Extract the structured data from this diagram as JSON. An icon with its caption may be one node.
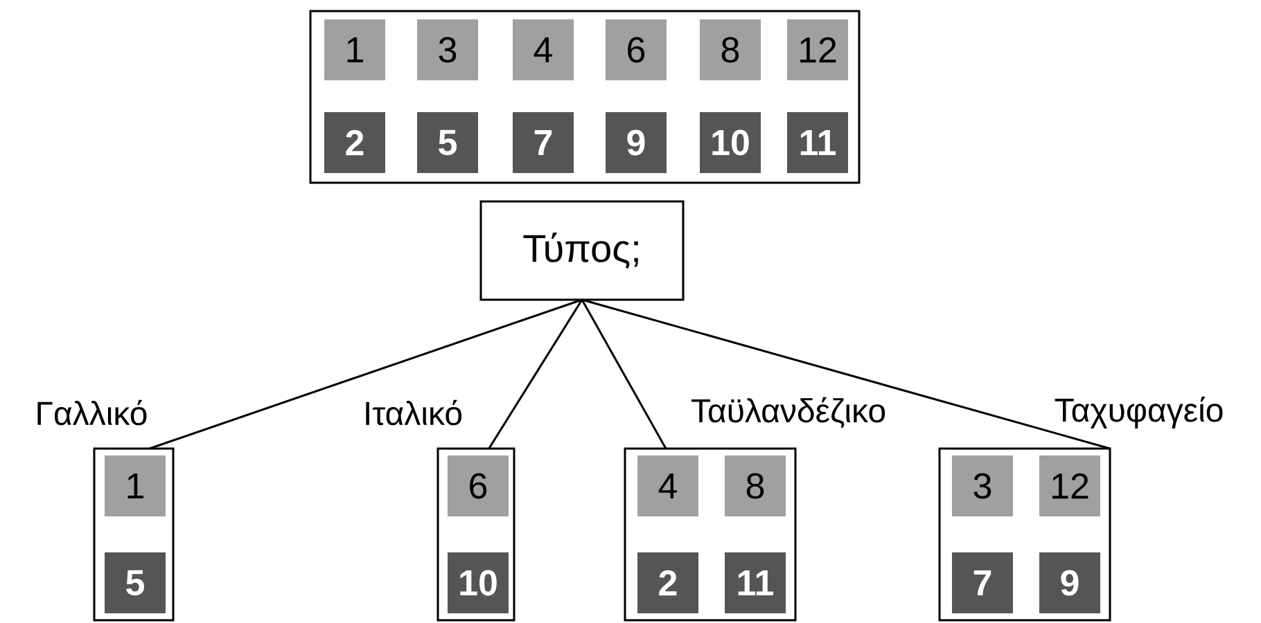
{
  "diagram": {
    "nodes": [
      {
        "text": [],
        "shape": "box"
      },
      {
        "text": [
          "1"
        ],
        "in": 0
      },
      {
        "text": [
          "3"
        ],
        "in": 0
      },
      {
        "text": [
          "4"
        ],
        "in": 0
      },
      {
        "text": [
          "6"
        ],
        "in": 0
      },
      {
        "text": [
          "8"
        ],
        "in": 0
      },
      {
        "text": [
          "12"
        ],
        "in": 0
      },
      {
        "text": [
          "2"
        ],
        "in": 0
      },
      {
        "text": [
          "5"
        ],
        "in": 0
      },
      {
        "text": [
          "7"
        ],
        "in": 0
      },
      {
        "text": [
          "9"
        ],
        "in": 0
      },
      {
        "text": [
          "10"
        ],
        "in": 0
      },
      {
        "text": [
          "11"
        ],
        "in": 0
      },
      {
        "text": [
          "Τύπος;"
        ]
      },
      {
        "text": [],
        "shape": "box"
      },
      {
        "text": [
          "1"
        ],
        "in": 14
      },
      {
        "text": [
          "5"
        ],
        "in": 14
      },
      {
        "text": [],
        "shape": "box"
      },
      {
        "text": [
          "6"
        ],
        "in": 17
      },
      {
        "text": [
          "10"
        ],
        "in": 17
      },
      {
        "text": [],
        "shape": "box"
      },
      {
        "text": [
          "4"
        ],
        "in": 20
      },
      {
        "text": [
          "8"
        ],
        "in": 20
      },
      {
        "text": [
          "2"
        ],
        "in": 20
      },
      {
        "text": [
          "11"
        ],
        "in": 20
      },
      {
        "text": [],
        "shape": "box"
      },
      {
        "text": [
          "3"
        ],
        "in": 25
      },
      {
        "text": [
          "12"
        ],
        "in": 25
      },
      {
        "text": [
          "7"
        ],
        "in": 25
      },
      {
        "text": [
          "9"
        ],
        "in": 25
      }
    ],
    "edges": [
      {
        "from": 13,
        "to": 14,
        "arrow": "none",
        "label": "Γαλλικό"
      },
      {
        "from": 13,
        "to": 17,
        "arrow": "none",
        "label": "Ιταλικό"
      },
      {
        "from": 13,
        "to": 20,
        "arrow": "none",
        "label": "Ταϋλανδέζικο"
      },
      {
        "from": 13,
        "to": 25,
        "arrow": "none",
        "label": "Ταχυφαγείο"
      }
    ]
  }
}
